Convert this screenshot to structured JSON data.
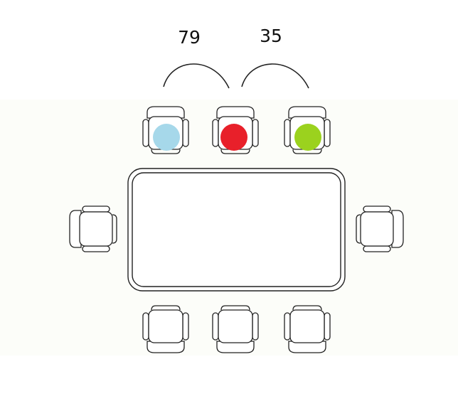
{
  "labels": {
    "left_gap": "79",
    "right_gap": "35"
  },
  "people": [
    {
      "seat": "top-left",
      "color": "#a6d8ea"
    },
    {
      "seat": "top-center",
      "color": "#e8202a"
    },
    {
      "seat": "top-right",
      "color": "#9bd21e"
    }
  ],
  "colors": {
    "line": "#222222",
    "chair_fill": "#ffffff"
  }
}
